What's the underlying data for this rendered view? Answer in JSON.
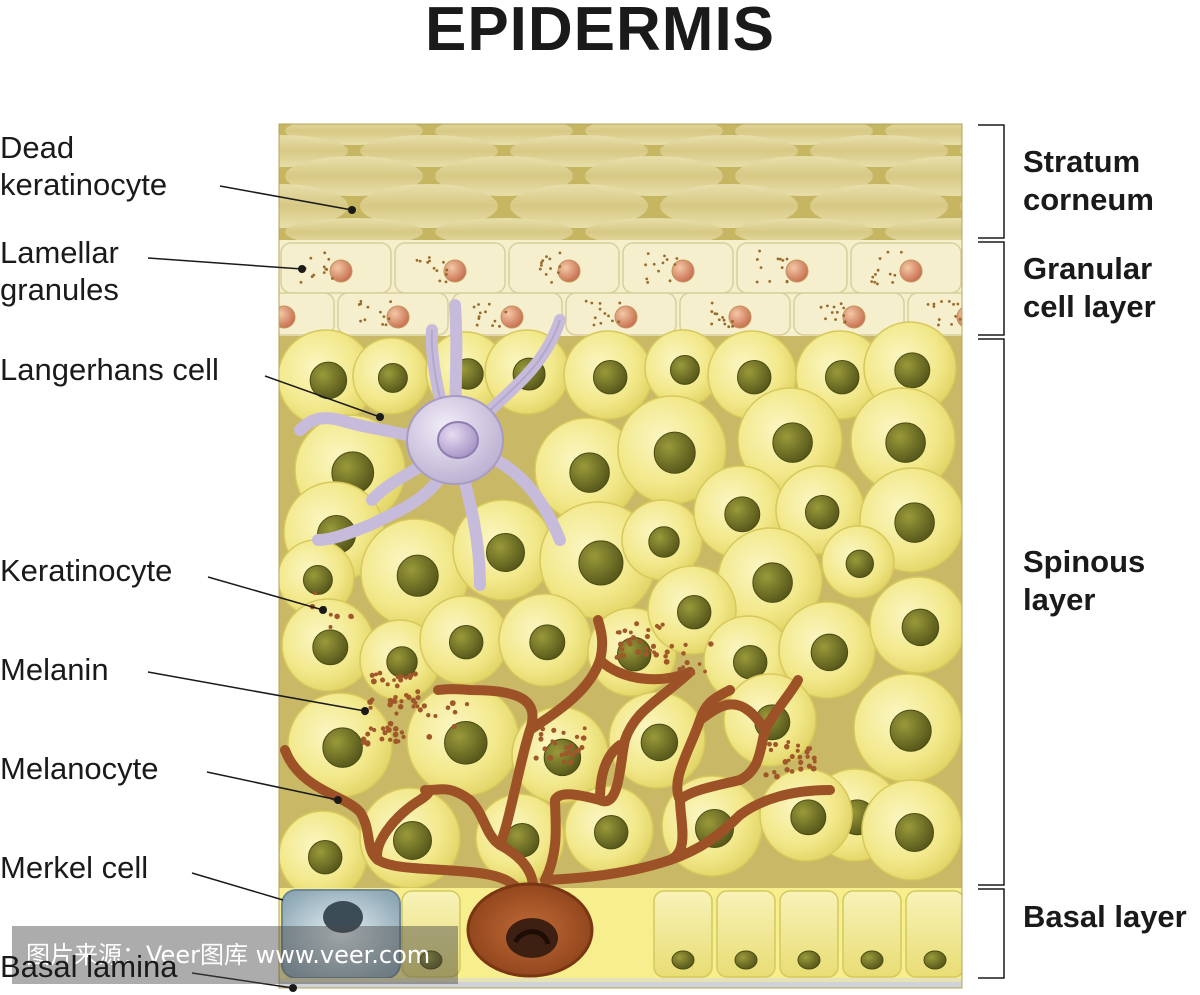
{
  "title": "EPIDERMIS",
  "labels": {
    "dead_keratinocyte": [
      "Dead",
      "keratinocyte"
    ],
    "lamellar_granules": [
      "Lamellar",
      "granules"
    ],
    "langerhans_cell": "Langerhans cell",
    "keratinocyte": "Keratinocyte",
    "melanin": "Melanin",
    "melanocyte": "Melanocyte",
    "merkel_cell": "Merkel cell",
    "basal_lamina": "Basal lamina"
  },
  "layers": {
    "stratum_corneum": [
      "Stratum",
      "corneum"
    ],
    "granular_cell_layer": [
      "Granular",
      "cell layer"
    ],
    "spinous_layer": [
      "Spinous",
      "layer"
    ],
    "basal_layer": "Basal layer"
  },
  "watermark": "图片来源：Veer图库 www.veer.com",
  "colors": {
    "background": "#c7b665",
    "corneum": "#c8b968",
    "granular": "#f3ecc6",
    "keratinocyte": "#f4ea8c",
    "nucleus": "#6b6b1e",
    "langerhans": "#cbbfdc",
    "melanocyte": "#9a4e22",
    "merkel": "#7d99a7",
    "basal_cells": "#f2ea90"
  }
}
